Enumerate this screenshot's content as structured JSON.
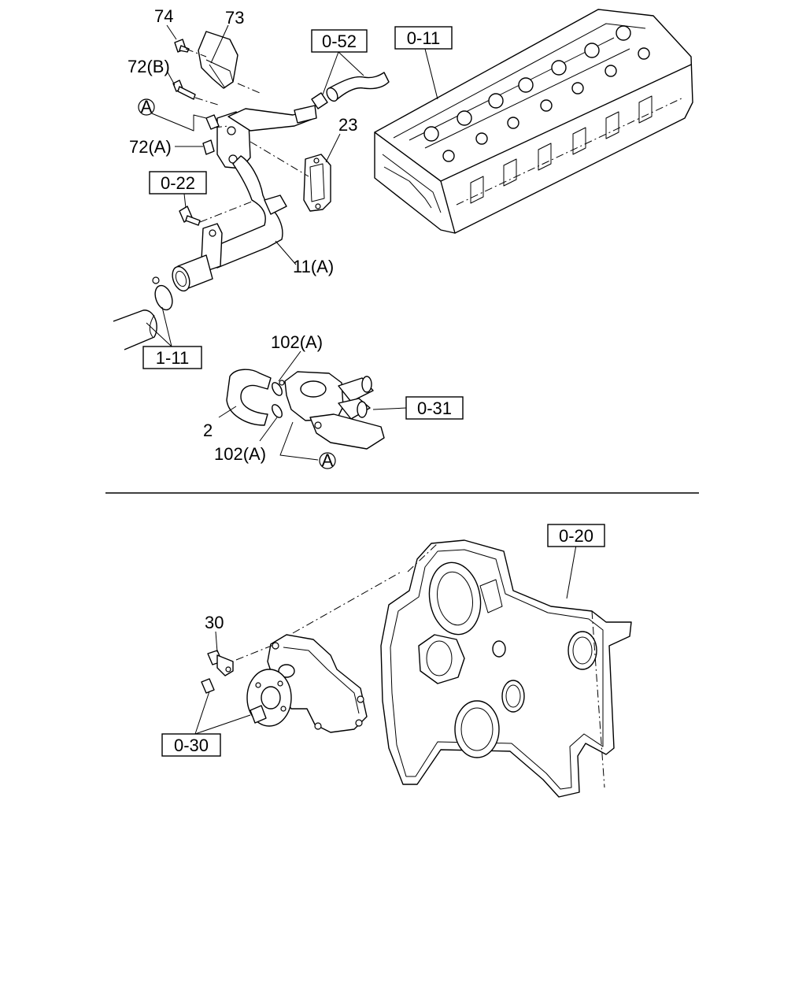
{
  "callouts": {
    "p74": "74",
    "p73": "73",
    "p72b": "72(B)",
    "p72a": "72(A)",
    "p23": "23",
    "p11a": "11(A)",
    "p102a_top": "102(A)",
    "p102a_bottom": "102(A)",
    "p2": "2",
    "p30": "30"
  },
  "ref_boxes": {
    "r052": "0-52",
    "r011": "0-11",
    "r022": "0-22",
    "r111": "1-11",
    "r031": "0-31",
    "r020": "0-20",
    "r030": "0-30"
  },
  "markers": {
    "a_top": "A",
    "a_bottom": "A"
  }
}
